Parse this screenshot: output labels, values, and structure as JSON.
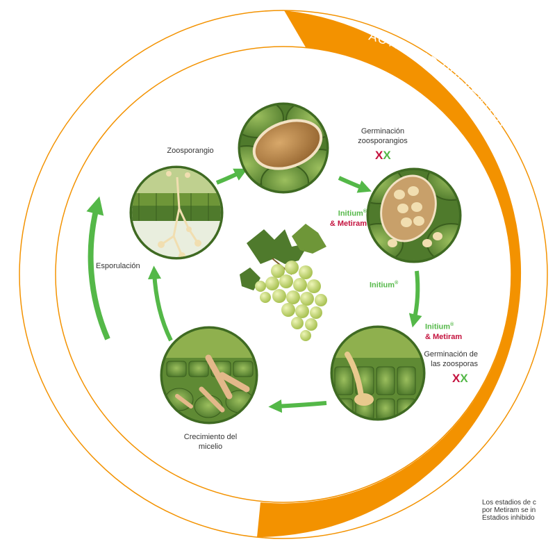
{
  "banner": {
    "text": "ACTIVIDAD PREVENTIVA"
  },
  "stages": {
    "zoosporangio": "Zoosporangio",
    "germ_zoosporangios_l1": "Germinación",
    "germ_zoosporangios_l2": "zoosporangios",
    "esporulacion": "Esporulación",
    "germ_zoosporas_l1": "Germinación de",
    "germ_zoosporas_l2": "las zoosporas",
    "crecimiento_l1": "Crecimiento del",
    "crecimiento_l2": "micelio"
  },
  "products": {
    "initium": "Initium",
    "registered": "®",
    "metiram": "& Metiram"
  },
  "marks": {
    "x": "X"
  },
  "footnote": {
    "line1": "Los estadios de c",
    "line2": "por Metiram se in",
    "line3": "Estadios inhibido"
  },
  "colors": {
    "orange": "#f39200",
    "green_arrow": "#54b848",
    "label_green": "#54b848",
    "label_red": "#c4123e",
    "leaf_dark": "#4f7a2c",
    "leaf_light": "#8fb04e",
    "grape": "#c9da7a"
  }
}
